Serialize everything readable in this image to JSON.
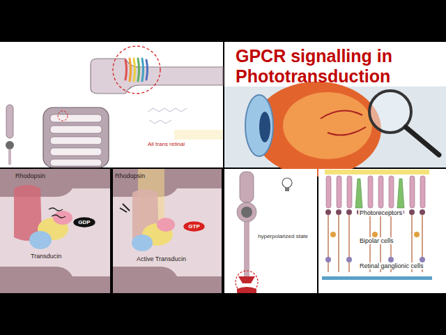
{
  "diagram": {
    "title": "GPCR signalling in Phototransduction",
    "nodes": [
      {
        "text": [
          "GDP"
        ]
      },
      {
        "text": [
          "GTP"
        ]
      }
    ],
    "labels": [
      "All trans retinal",
      "Rhodopsin",
      "Transducin",
      "Rhodopsin",
      "Active Transducin",
      "hyperpolarized state",
      "Photoreceptors",
      "Bipolar cells",
      "Retinal ganglionic cells"
    ]
  }
}
